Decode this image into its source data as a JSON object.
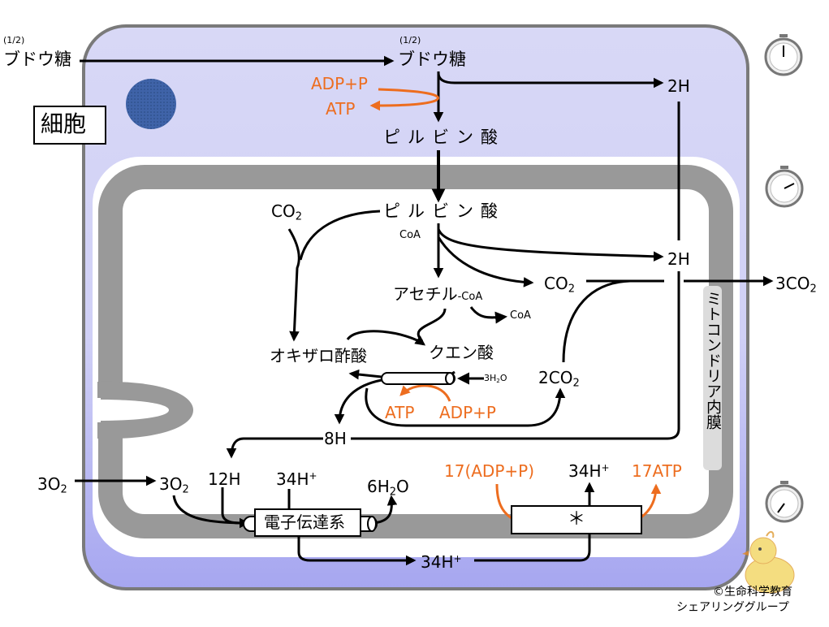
{
  "labels": {
    "half_left": "(1/2)",
    "glucose_left": "ブドウ糖",
    "half_top": "(1/2)",
    "glucose_top": "ブドウ糖",
    "adp_p_top": "ADP+P",
    "atp_top": "ATP",
    "two_h_top": "2H",
    "cell": "細胞",
    "pyruvate_cyto": "ピルビン酸",
    "pyruvate_mito": "ピルビン酸",
    "co2_left_base": "CO",
    "co2_left_sub": "2",
    "coa_small": "CoA",
    "two_h_mid": "2H",
    "acetyl": "アセチル",
    "acetyl_coa": "-CoA",
    "co2_mid_base": "CO",
    "co2_mid_sub": "2",
    "three_co2_base": "3CO",
    "three_co2_sub": "2",
    "coa_out": "CoA",
    "oxaloacetate": "オキザロ酢酸",
    "citrate": "クエン酸",
    "water_in_base": "3H",
    "water_in_sub": "2",
    "water_in_end": "O",
    "two_co2_base": "2CO",
    "two_co2_sub": "2",
    "atp_tca": "ATP",
    "adp_p_tca": "ADP+P",
    "eight_h": "8H",
    "inner_membrane": "ミトコンドリア内膜",
    "o2_out_base": "3O",
    "o2_out_sub": "2",
    "o2_in_base": "3O",
    "o2_in_sub": "2",
    "twelve_h": "12H",
    "h34_left_base": "34H",
    "h34_left_sup": "+",
    "water_out_base": "6H",
    "water_out_sub": "2",
    "water_out_end": "O",
    "etc": "電子伝達系",
    "adp17": "17(ADP+P)",
    "h34_right_base": "34H",
    "h34_right_sup": "+",
    "atp17": "17ATP",
    "synthase": "＊",
    "h34_bottom_base": "34H",
    "h34_bottom_sup": "+",
    "credit_line1": "©生命科学教育",
    "credit_line2": "シェアリンググループ"
  },
  "colors": {
    "cell_fill_top": "#d8d8f6",
    "cell_fill_bottom": "#a6a6f0",
    "cell_border": "#7a7a7a",
    "mito_membrane": "#999999",
    "arrow": "#000000",
    "atp_orange": "#ed6d1f",
    "nucleus": "#3f63a8"
  },
  "icons": [
    "stopwatch-icon",
    "nucleus-icon",
    "chick-icon"
  ]
}
